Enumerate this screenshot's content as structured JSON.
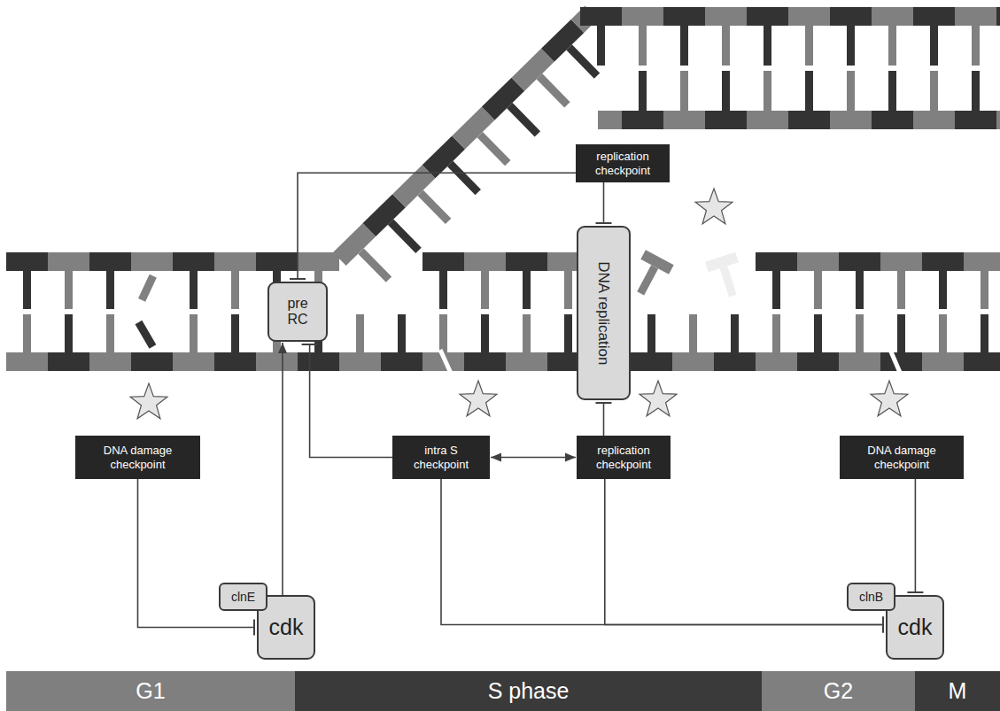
{
  "diagram": {
    "nodes": [
      {
        "text": [
          "replication checkpoint"
        ]
      },
      {
        "text": [
          "pre RC"
        ]
      },
      {
        "text": [
          "DNA replication"
        ]
      },
      {
        "text": [
          "DNA damage checkpoint"
        ]
      },
      {
        "text": [
          "intra S checkpoint"
        ]
      },
      {
        "text": [
          "replication checkpoint"
        ]
      },
      {
        "text": [
          "DNA damage checkpoint"
        ]
      },
      {
        "text": [
          "cdk"
        ]
      },
      {
        "text": [
          "clnE"
        ],
        "in": 7
      },
      {
        "text": [
          "cdk"
        ]
      },
      {
        "text": [
          "clnB"
        ],
        "in": 9
      },
      {
        "text": [
          "G1"
        ]
      },
      {
        "text": [
          "S phase"
        ]
      },
      {
        "text": [
          "G2"
        ]
      },
      {
        "text": [
          "M"
        ]
      }
    ],
    "edges": [
      {
        "from": 0,
        "to": 1,
        "arrow": "to"
      },
      {
        "from": 0,
        "to": 2,
        "arrow": "to"
      },
      {
        "from": 3,
        "to": 7,
        "arrow": "to"
      },
      {
        "from": 7,
        "to": 1,
        "arrow": "to"
      },
      {
        "from": 4,
        "to": 1,
        "arrow": "to"
      },
      {
        "from": 4,
        "to": 5,
        "arrow": "both"
      },
      {
        "from": 5,
        "to": 2,
        "arrow": "to"
      },
      {
        "from": 4,
        "to": 9,
        "arrow": "to"
      },
      {
        "from": 5,
        "to": 9,
        "arrow": "to"
      },
      {
        "from": 6,
        "to": 9,
        "arrow": "to"
      }
    ]
  }
}
